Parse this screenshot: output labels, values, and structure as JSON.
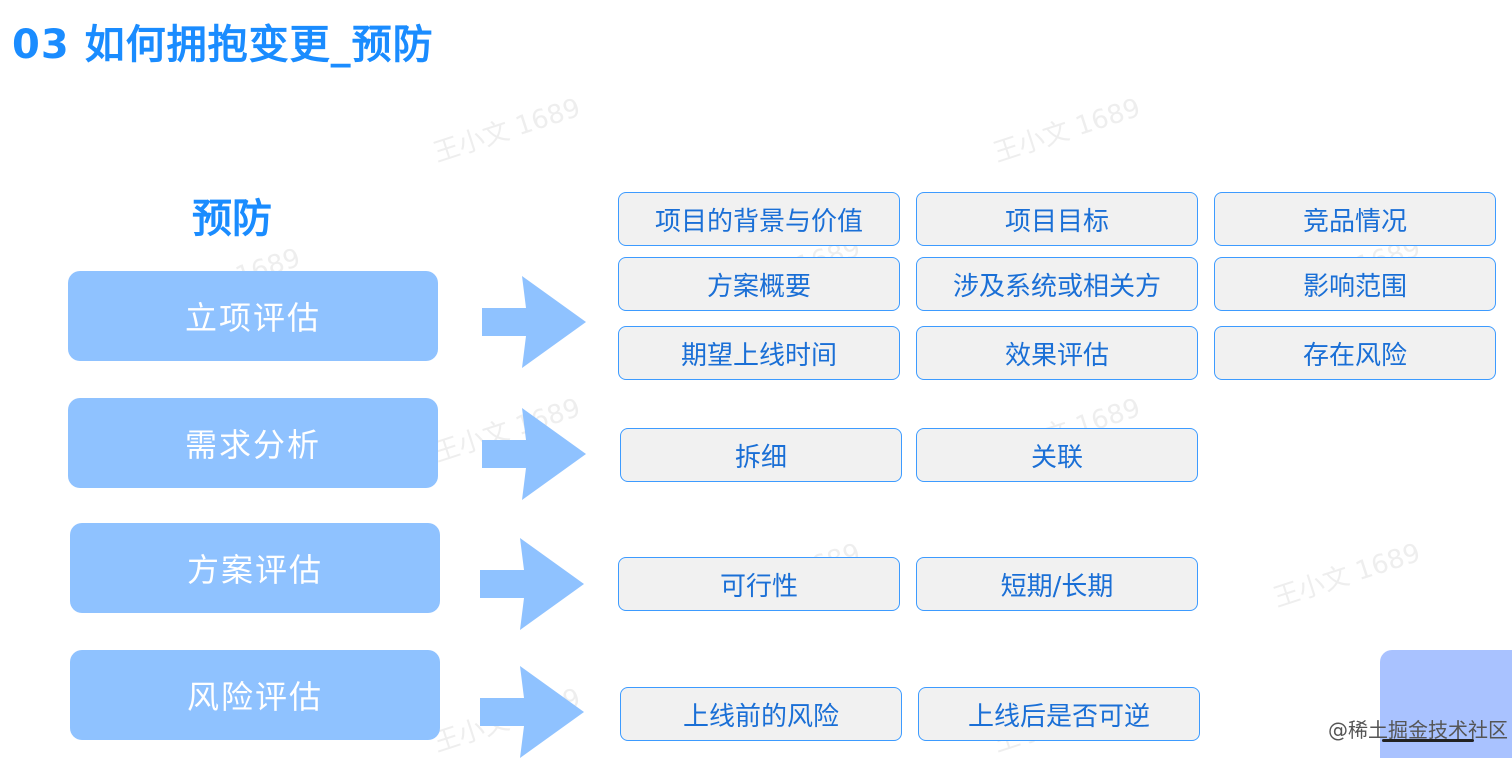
{
  "title": "03 如何拥抱变更_预防",
  "subtitle": "预防",
  "watermark": "王小文 1689",
  "stages": [
    {
      "label": "立项评估",
      "items": [
        "项目的背景与价值",
        "项目目标",
        "竞品情况",
        "方案概要",
        "涉及系统或相关方",
        "影响范围",
        "期望上线时间",
        "效果评估",
        "存在风险"
      ]
    },
    {
      "label": "需求分析",
      "items": [
        "拆细",
        "关联"
      ]
    },
    {
      "label": "方案评估",
      "items": [
        "可行性",
        "短期/长期"
      ]
    },
    {
      "label": "风险评估",
      "items": [
        "上线前的风险",
        "上线后是否可逆"
      ]
    }
  ],
  "footer": "@稀土掘金技术社区",
  "colors": {
    "title": "#1a8cff",
    "stage_fill": "#8fc2ff",
    "arrow_fill": "#8fc2ff",
    "item_border": "#3d9bff",
    "item_fill": "#f1f1f1",
    "item_text": "#1a6fd6"
  }
}
